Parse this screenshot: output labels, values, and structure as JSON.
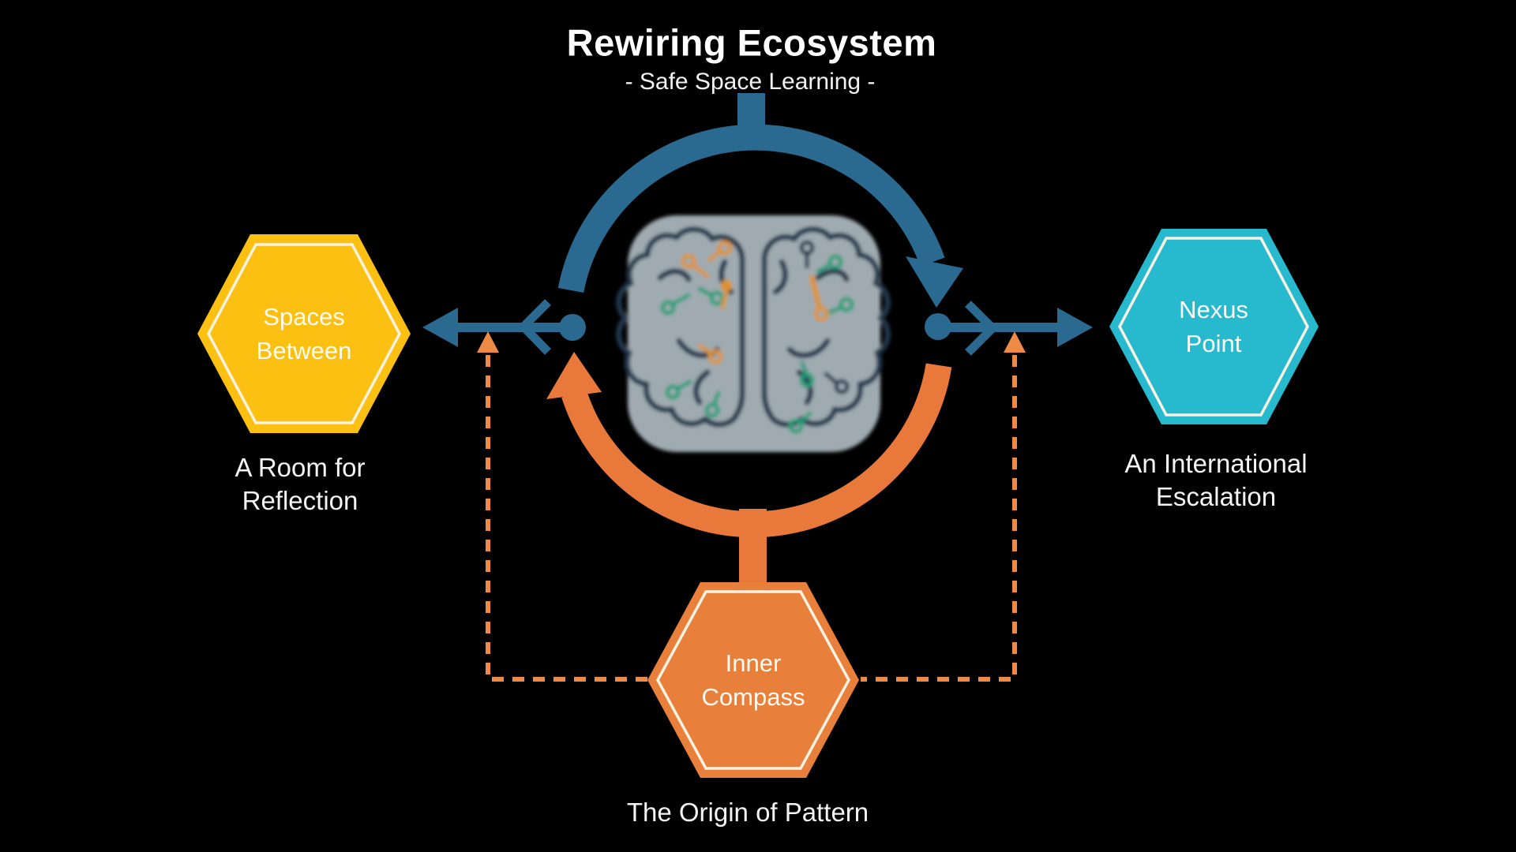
{
  "title": {
    "text": "Rewiring Ecosystem",
    "subtitle": "- Safe Space Learning -"
  },
  "center": {
    "icon": "brain-circuit-icon"
  },
  "hexagons": {
    "left": {
      "label": "Spaces\nBetween",
      "caption": "A Room for\nReflection",
      "fill": "#FCC013"
    },
    "right": {
      "label": "Nexus\nPoint",
      "caption": "An International\nEscalation",
      "fill": "#27B9CE"
    },
    "bottom": {
      "label": "Inner\nCompass",
      "caption": "The Origin of Pattern",
      "fill": "#E8803C"
    }
  },
  "colors": {
    "background": "#000000",
    "flow_blue": "#2A6A90",
    "flow_orange": "#E8793B",
    "dashed_orange": "#EE8A47",
    "hex_outline": "#F7F2E2",
    "text": "#FFFFFF"
  }
}
